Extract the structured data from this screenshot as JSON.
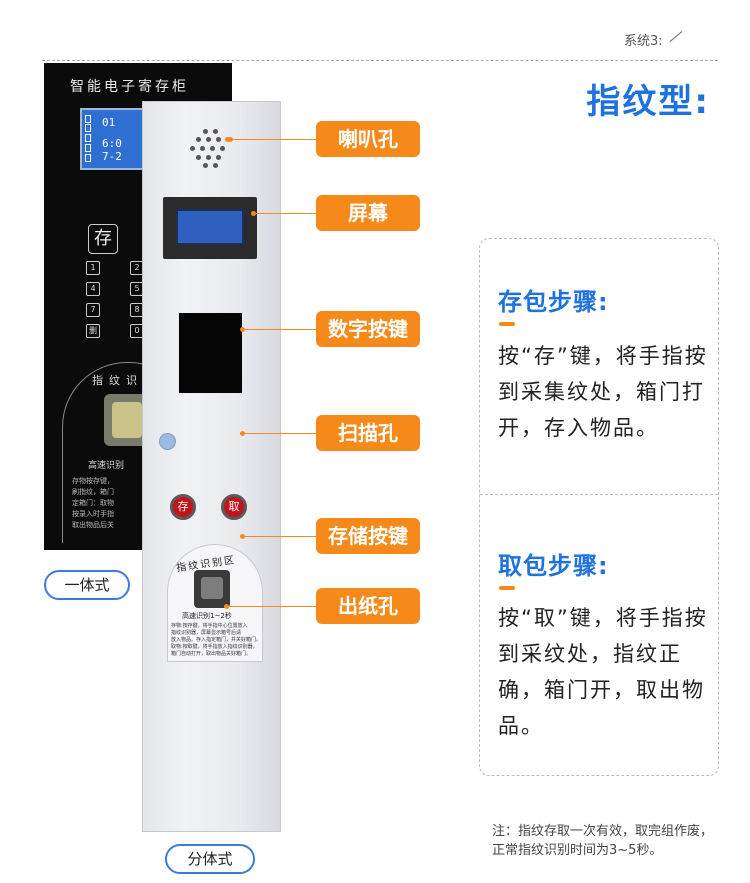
{
  "header": {
    "system_label": "系统3:",
    "title": "指纹型:"
  },
  "black_panel": {
    "title": "智能电子寄存柜",
    "screen_lines": [
      "01",
      "6:0",
      "7-2"
    ],
    "store_key": "存",
    "keys": [
      "1",
      "2",
      "4",
      "5",
      "7",
      "8",
      "删",
      "0"
    ],
    "fp_label": "指纹识",
    "fp_speed": "高速识别",
    "fp_instructions": [
      "存物按存键，",
      "刷指纹，箱门",
      "定箱门：取物",
      "按录入时手指",
      "取出物品后关"
    ]
  },
  "silver_panel": {
    "store_button": "存",
    "take_button": "取",
    "fp_area_title": "指纹识别区",
    "fp_speed": "高速识别1~2秒",
    "fp_instructions": [
      "存物:按存键，将手指中心位置放入",
      "指纹识别器，屏幕显示箱号后请",
      "放入物品。存入指定箱门，并关好箱门。",
      "取物:按取键，将手指放入指纹识别器，",
      "箱门自动打开，取出物品关好箱门。"
    ]
  },
  "callouts": {
    "speaker": "喇叭孔",
    "screen": "屏幕",
    "keypad": "数字按键",
    "scanner": "扫描孔",
    "storage_buttons": "存储按键",
    "paper_out": "出纸孔"
  },
  "type_labels": {
    "all_in_one": "一体式",
    "split": "分体式"
  },
  "steps": {
    "store_title": "存包步骤:",
    "store_text": "按“存”键，将手指按到采集纹处，箱门打开，存入物品。",
    "take_title": "取包步骤:",
    "take_text": "按“取”键，将手指按到采纹处，指纹正确，箱门开，取出物品。"
  },
  "note": "注：指纹存取一次有效，取完组作废，正常指纹识别时间为3~5秒。",
  "colors": {
    "accent": "#f58a1a",
    "title_blue": "#1d72e0",
    "pill_border": "#3d7ae0",
    "panel_black": "#0b0b0b",
    "button_red": "#c3141b"
  }
}
